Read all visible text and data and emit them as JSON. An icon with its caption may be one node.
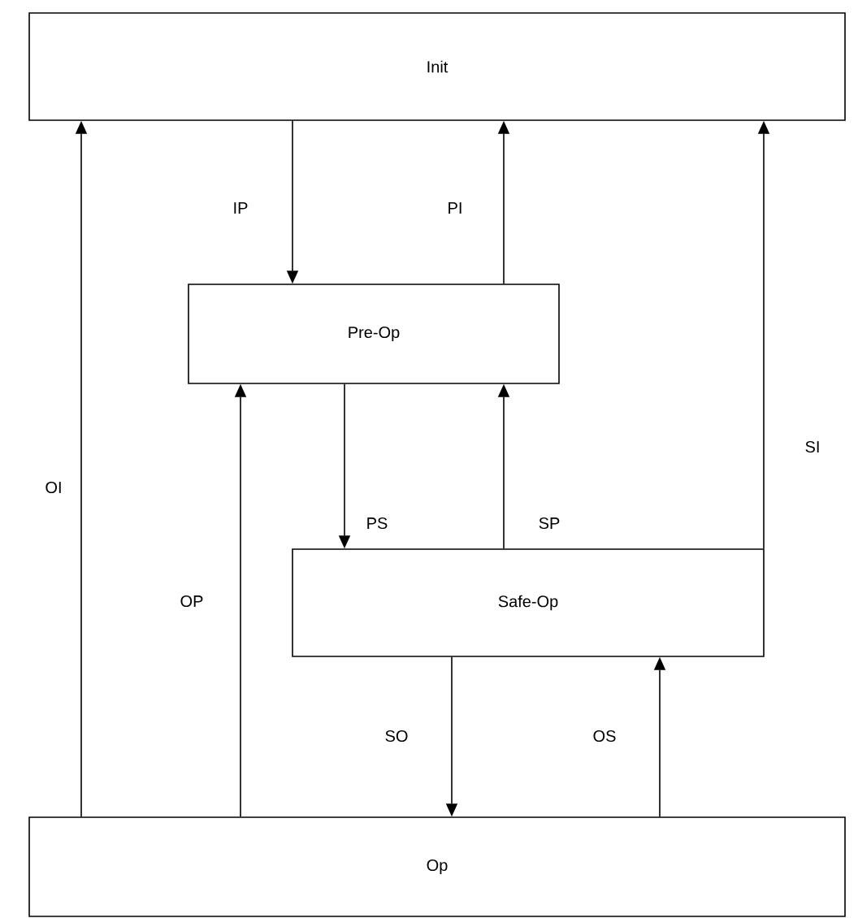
{
  "diagram": {
    "nodes": [
      {
        "text": [
          "Init"
        ]
      },
      {
        "text": [
          "Pre-Op"
        ]
      },
      {
        "text": [
          "Safe-Op"
        ]
      },
      {
        "text": [
          "Op"
        ]
      }
    ],
    "edges": [
      {
        "from": 0,
        "to": 1,
        "arrow": "to",
        "label": "IP"
      },
      {
        "from": 1,
        "to": 0,
        "arrow": "to",
        "label": "PI"
      },
      {
        "from": 3,
        "to": 0,
        "arrow": "to",
        "label": "OI"
      },
      {
        "from": 2,
        "to": 0,
        "arrow": "to",
        "label": "SI"
      },
      {
        "from": 3,
        "to": 1,
        "arrow": "to",
        "label": "OP"
      },
      {
        "from": 1,
        "to": 2,
        "arrow": "to",
        "label": "PS"
      },
      {
        "from": 2,
        "to": 1,
        "arrow": "to",
        "label": "SP"
      },
      {
        "from": 2,
        "to": 3,
        "arrow": "to",
        "label": "SO"
      },
      {
        "from": 3,
        "to": 2,
        "arrow": "to",
        "label": "OS"
      }
    ]
  }
}
